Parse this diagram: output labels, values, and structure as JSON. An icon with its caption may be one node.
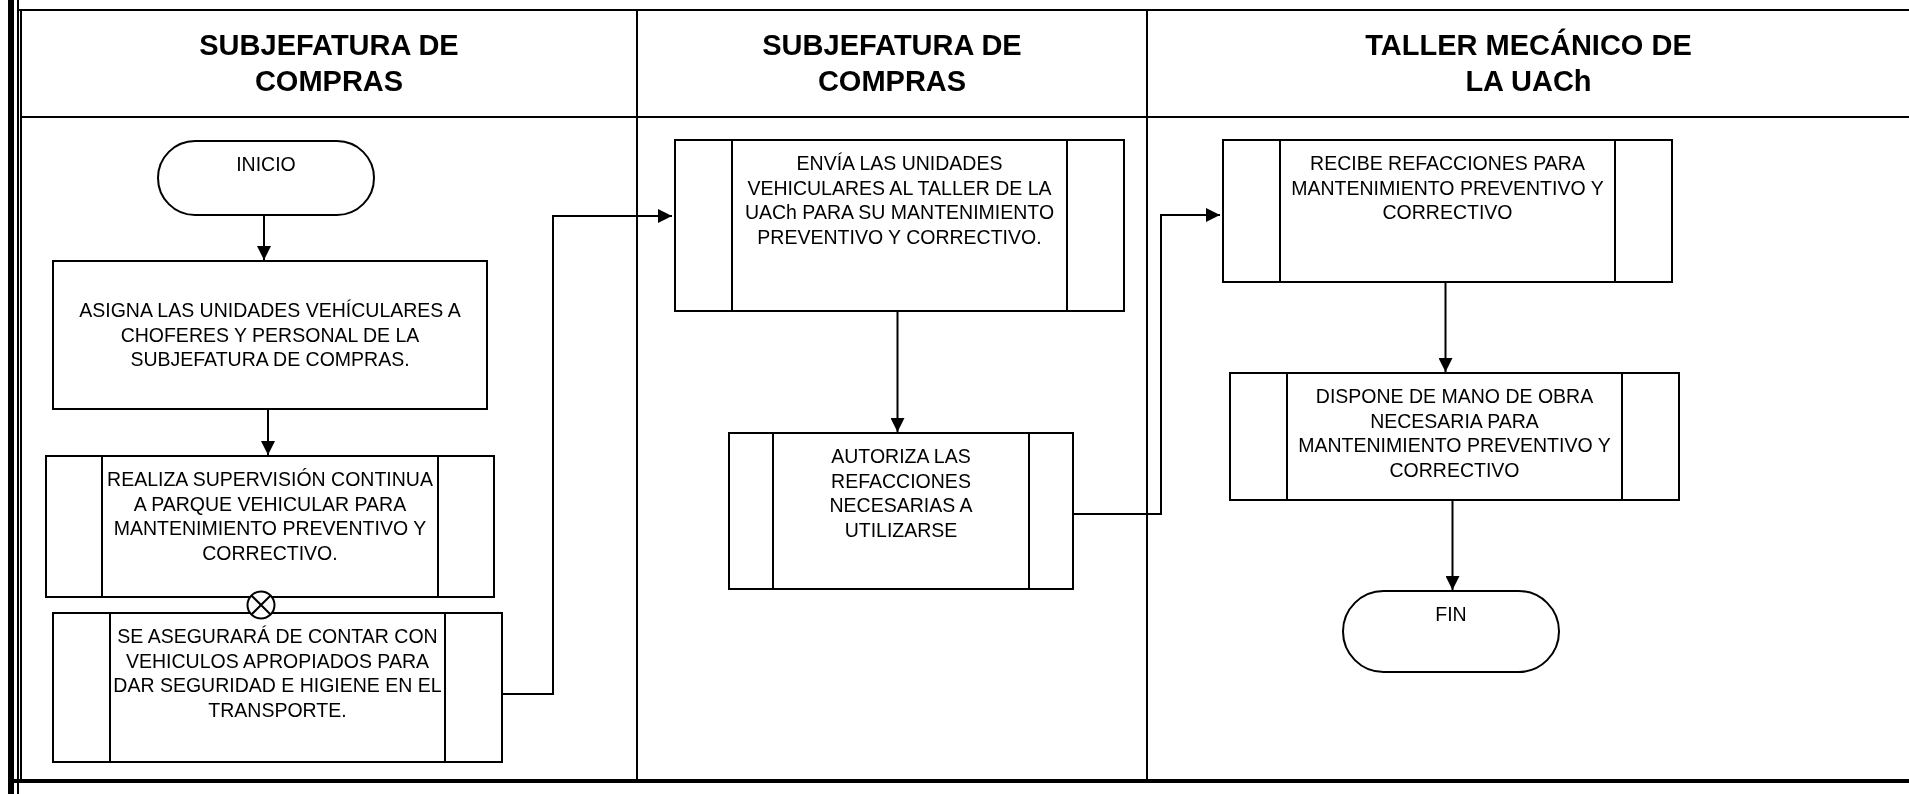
{
  "diagram": {
    "nodes": [
      {
        "text": [
          "SUBJEFATURA DE COMPRAS"
        ]
      },
      {
        "text": [
          "INICIO"
        ],
        "in": 0
      },
      {
        "text": [
          "ASIGNA LAS UNIDADES VEHÍCULARES A CHOFERES Y PERSONAL DE LA SUBJEFATURA DE COMPRAS."
        ],
        "in": 0
      },
      {
        "text": [
          "REALIZA SUPERVISIÓN CONTINUA A PARQUE VEHICULAR PARA MANTENIMIENTO PREVENTIVO Y CORRECTIVO."
        ],
        "in": 0
      },
      {
        "text": [],
        "shape": "circle",
        "in": 0
      },
      {
        "text": [
          "SE ASEGURARÁ DE CONTAR CON VEHICULOS APROPIADOS PARA DAR SEGURIDAD E HIGIENE EN EL TRANSPORTE."
        ],
        "in": 0
      },
      {
        "text": [
          "SUBJEFATURA DE COMPRAS"
        ]
      },
      {
        "text": [
          "ENVÍA LAS UNIDADES VEHICULARES AL TALLER DE LA UACh PARA SU MANTENIMIENTO PREVENTIVO Y CORRECTIVO."
        ],
        "in": 6
      },
      {
        "text": [
          "AUTORIZA LAS REFACCIONES NECESARIAS A UTILIZARSE"
        ],
        "in": 6
      },
      {
        "text": [
          "TALLER MECÁNICO DE LA UACh"
        ]
      },
      {
        "text": [
          "RECIBE REFACCIONES PARA MANTENIMIENTO PREVENTIVO Y CORRECTIVO"
        ],
        "in": 9
      },
      {
        "text": [
          "DISPONE DE MANO DE OBRA NECESARIA PARA MANTENIMIENTO PREVENTIVO Y CORRECTIVO"
        ],
        "in": 9
      },
      {
        "text": [
          "FIN"
        ],
        "in": 9
      }
    ],
    "edges": [
      {
        "from": 1,
        "to": 2,
        "arrow": "to"
      },
      {
        "from": 2,
        "to": 3,
        "arrow": "to"
      },
      {
        "from": 5,
        "to": 7,
        "arrow": "to"
      },
      {
        "from": 7,
        "to": 8,
        "arrow": "to"
      },
      {
        "from": 8,
        "to": 10,
        "arrow": "to"
      },
      {
        "from": 10,
        "to": 11,
        "arrow": "to"
      },
      {
        "from": 11,
        "to": 12,
        "arrow": "to"
      }
    ]
  }
}
